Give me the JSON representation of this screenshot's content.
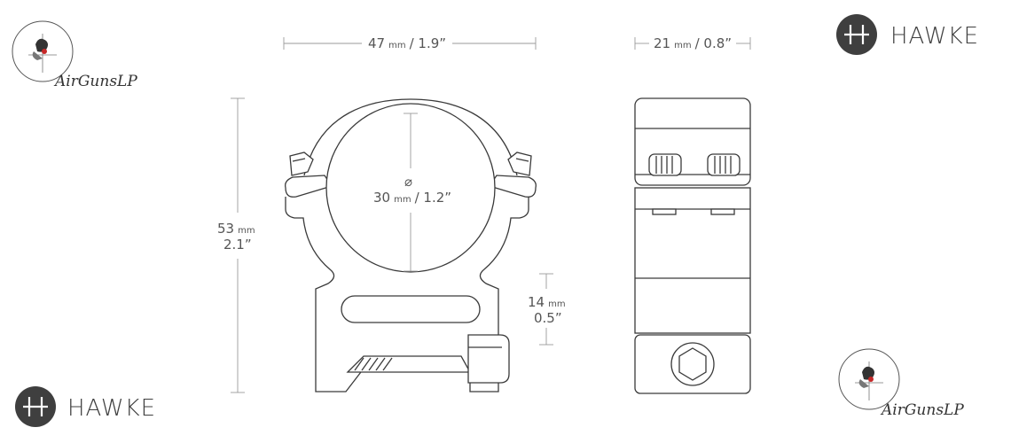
{
  "brand": {
    "name": "HAWKE",
    "badge_color": "#3f3f3f"
  },
  "watermark": {
    "text": "AirGunsLP"
  },
  "dimensions": {
    "width": {
      "value": "47",
      "unit": "mm",
      "imperial": "/ 1.9”"
    },
    "depth": {
      "value": "21",
      "unit": "mm",
      "imperial": "/ 0.8”"
    },
    "height": {
      "value": "53",
      "unit": "mm",
      "imperial": "2.1”"
    },
    "diameter": {
      "symbol": "⌀",
      "value": "30",
      "unit": "mm",
      "imperial": "/ 1.2”"
    },
    "center_height": {
      "value": "14",
      "unit": "mm",
      "imperial": "0.5”"
    }
  },
  "colors": {
    "line": "#3a3a3a",
    "dim_line": "#9a9a9a",
    "text": "#555555"
  }
}
